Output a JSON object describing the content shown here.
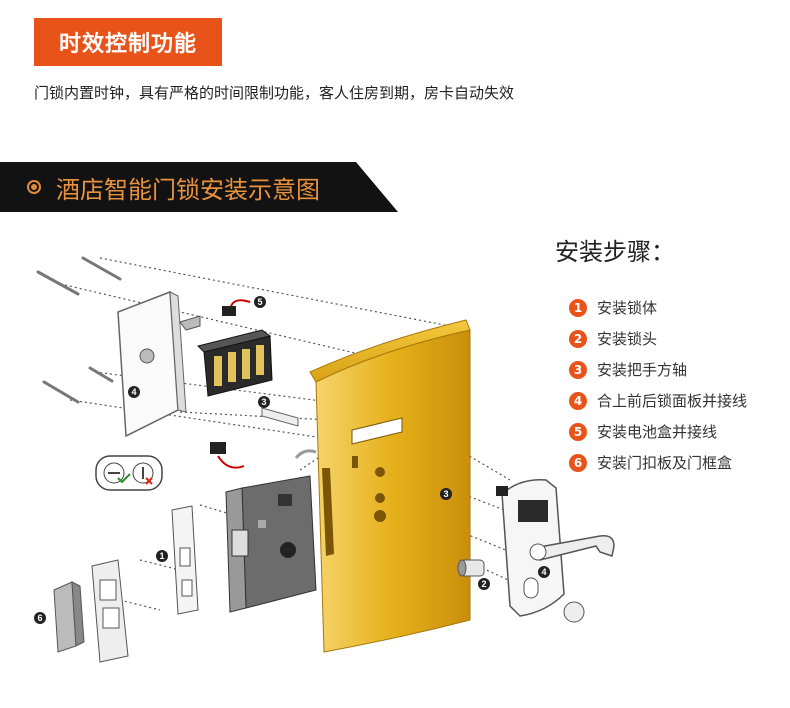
{
  "feature": {
    "title": "时效控制功能",
    "description": "门锁内置时钟，具有严格的时间限制功能，客人住房到期，房卡自动失效"
  },
  "section": {
    "title": "酒店智能门锁安装示意图"
  },
  "steps": {
    "title": "安装步骤：",
    "items": [
      {
        "num": "1",
        "label": "安装锁体"
      },
      {
        "num": "2",
        "label": "安装锁头"
      },
      {
        "num": "3",
        "label": "安装把手方轴"
      },
      {
        "num": "4",
        "label": "合上前后锁面板并接线"
      },
      {
        "num": "5",
        "label": "安装电池盒并接线"
      },
      {
        "num": "6",
        "label": "安装门扣板及门框盒"
      }
    ]
  },
  "diagram_markers": [
    "1",
    "2",
    "3",
    "4",
    "5",
    "6"
  ],
  "colors": {
    "accent": "#e8531a",
    "banner_bg": "#121212",
    "banner_text": "#e9923e",
    "door_gold": "#e3b21b"
  }
}
